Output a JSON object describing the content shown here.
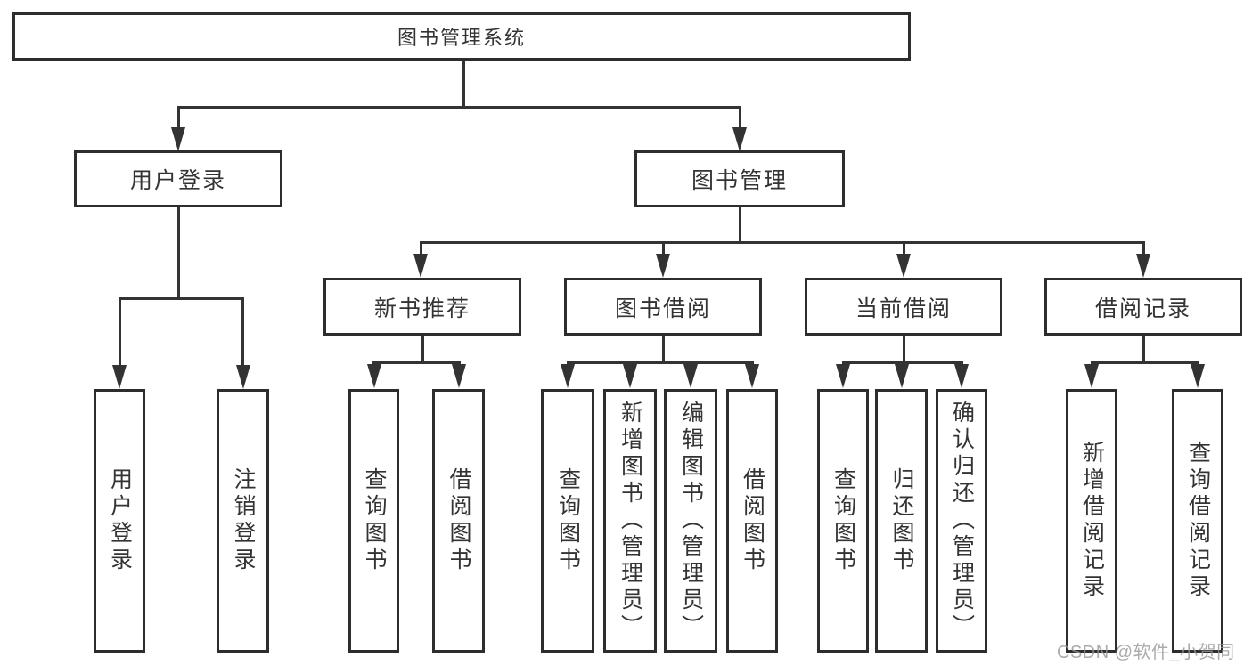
{
  "tree": {
    "root": {
      "label": "图书管理系统"
    },
    "branches": [
      {
        "id": "user",
        "label": "用户登录"
      },
      {
        "id": "mgmt",
        "label": "图书管理"
      }
    ],
    "modules": [
      {
        "id": "newbook",
        "label": "新书推荐"
      },
      {
        "id": "borrow",
        "label": "图书借阅"
      },
      {
        "id": "current",
        "label": "当前借阅"
      },
      {
        "id": "records",
        "label": "借阅记录"
      }
    ],
    "leaves": {
      "user": [
        "用户登录",
        "注销登录"
      ],
      "newbook": [
        "查询图书",
        "借阅图书"
      ],
      "borrow": [
        "查询图书",
        "新增图书（管理员）",
        "编辑图书（管理员）",
        "借阅图书"
      ],
      "current": [
        "查询图书",
        "归还图书",
        "确认归还（管理员）"
      ],
      "records": [
        "新增借阅记录",
        "查询借阅记录"
      ]
    }
  },
  "watermark": {
    "text": "CSDN @软件_小贺同学"
  },
  "colors": {
    "line": "#333333",
    "text": "#333333",
    "box_border": "#2d2d2d",
    "background": "#ffffff",
    "watermark": "#969696"
  }
}
